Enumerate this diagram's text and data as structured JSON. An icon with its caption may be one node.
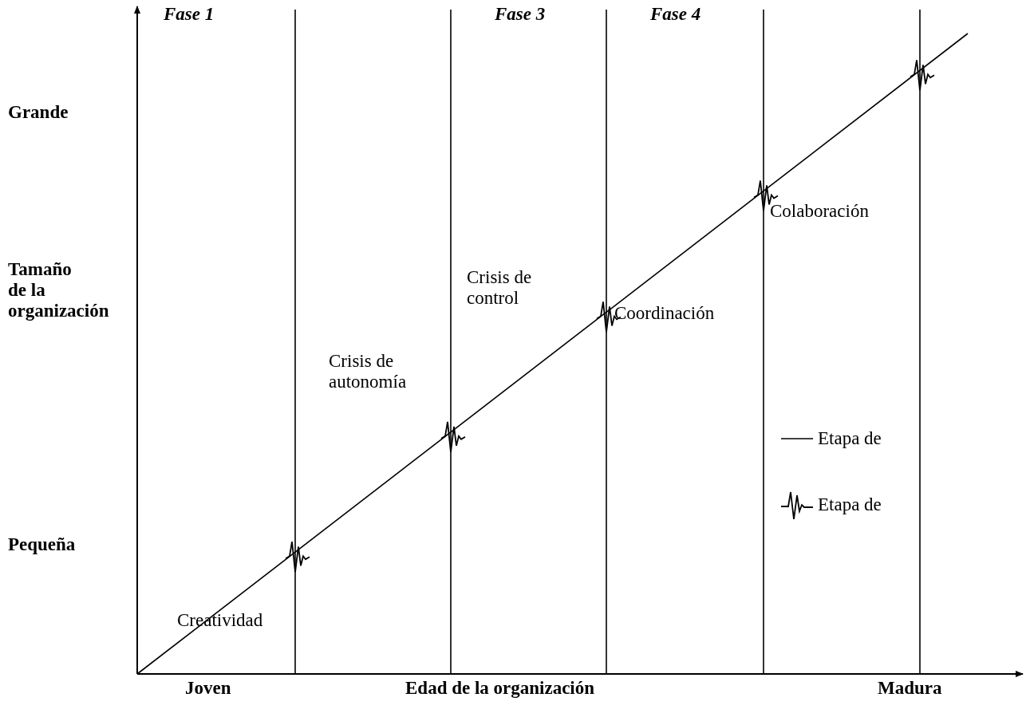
{
  "diagram": {
    "labels": [
      "Fase 1",
      "Fase 3",
      "Fase 4",
      "Grande",
      "Colaboración",
      "Tamaño de la organización",
      "Crisis de control",
      "Coordinación",
      "Crisis de autonomía",
      "Pequeña",
      "Creatividad",
      "Joven",
      "Edad de la organización",
      "Madura"
    ],
    "legend": [
      {
        "text": "Etapa de"
      },
      {
        "text": "Etapa de"
      }
    ]
  }
}
